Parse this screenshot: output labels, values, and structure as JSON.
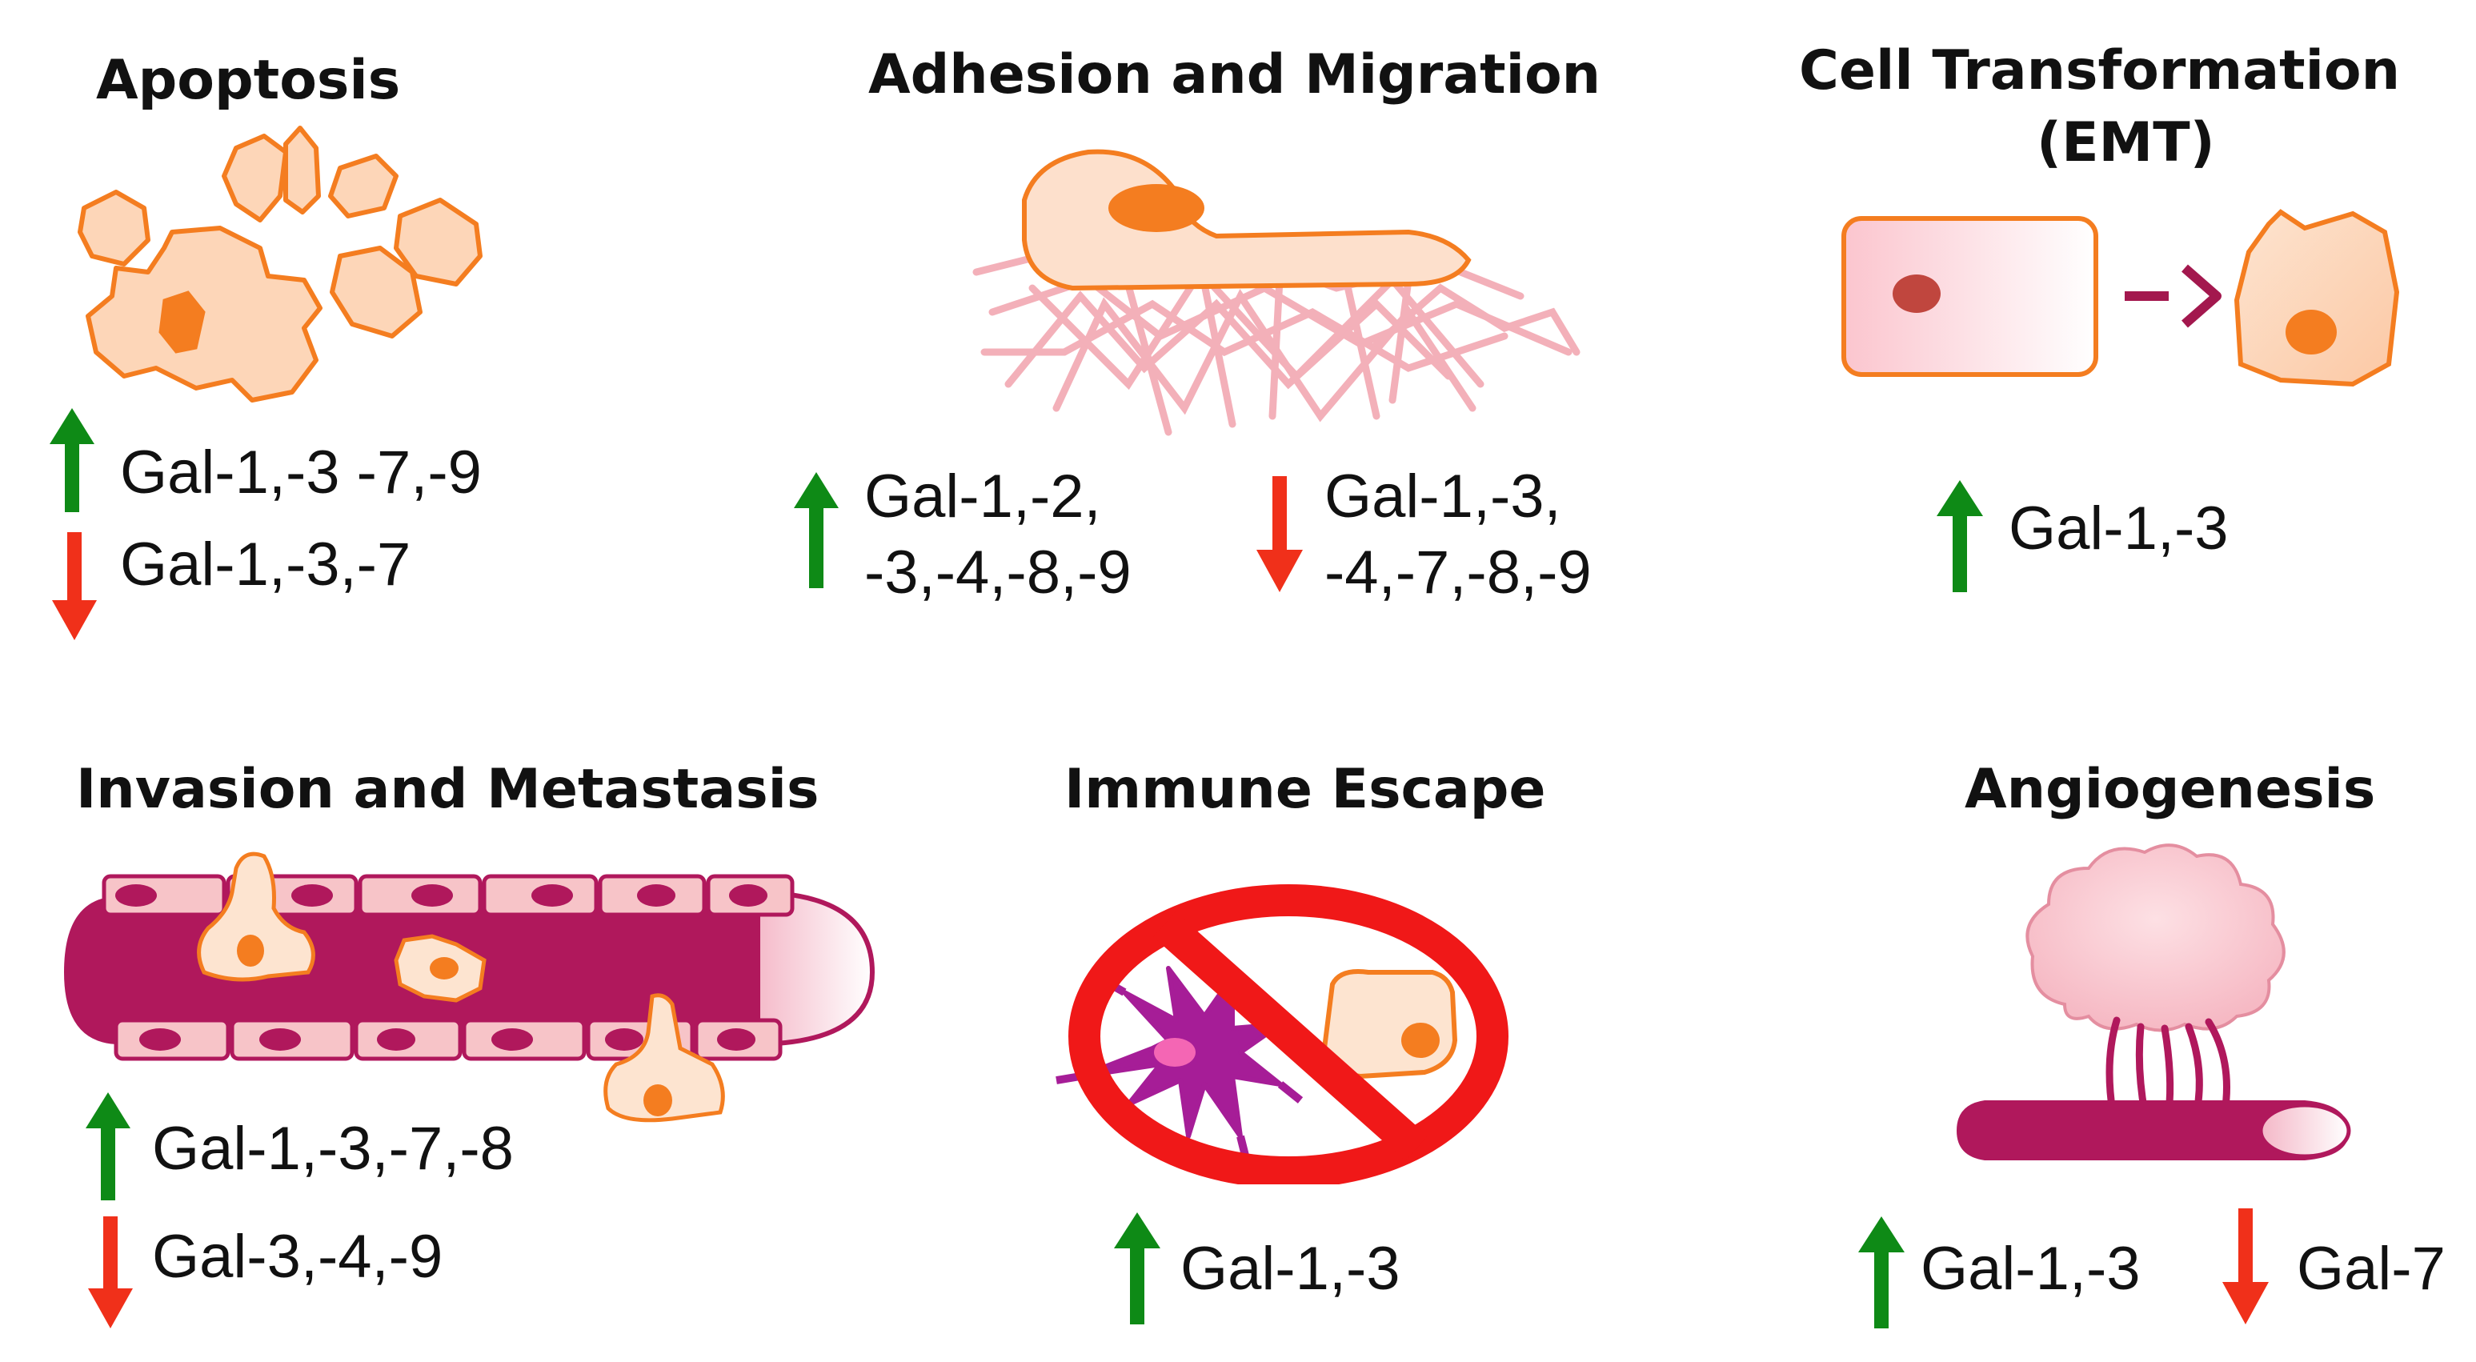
{
  "colors": {
    "up_arrow": "#0e8a16",
    "down_arrow": "#f0301a",
    "cell_fill": "#fdd3b4",
    "cell_outline": "#f47d20",
    "nucleus": "#f47d20",
    "vessel": "#b0185c",
    "vessel_cells": "#f7c4c8",
    "prohibit": "#f01818"
  },
  "panels": {
    "apoptosis": {
      "title": "Apoptosis",
      "up": "Gal-1,-3 -7,-9",
      "down": "Gal-1,-3,-7"
    },
    "adhesion": {
      "title": "Adhesion and Migration",
      "up_line1": "Gal-1,-2,",
      "up_line2": "-3,-4,-8,-9",
      "down_line1": "Gal-1,-3,",
      "down_line2": "-4,-7,-8,-9"
    },
    "emt": {
      "title_line1": "Cell Transformation",
      "title_line2": "(EMT)",
      "up": "Gal-1,-3"
    },
    "invasion": {
      "title": "Invasion and Metastasis",
      "up": "Gal-1,-3,-7,-8",
      "down": "Gal-3,-4,-9"
    },
    "immune": {
      "title": "Immune Escape",
      "up": "Gal-1,-3"
    },
    "angiogenesis": {
      "title": "Angiogenesis",
      "up": "Gal-1,-3",
      "down": "Gal-7"
    }
  },
  "icons": {
    "up": "arrow-up-icon",
    "down": "arrow-down-icon"
  }
}
